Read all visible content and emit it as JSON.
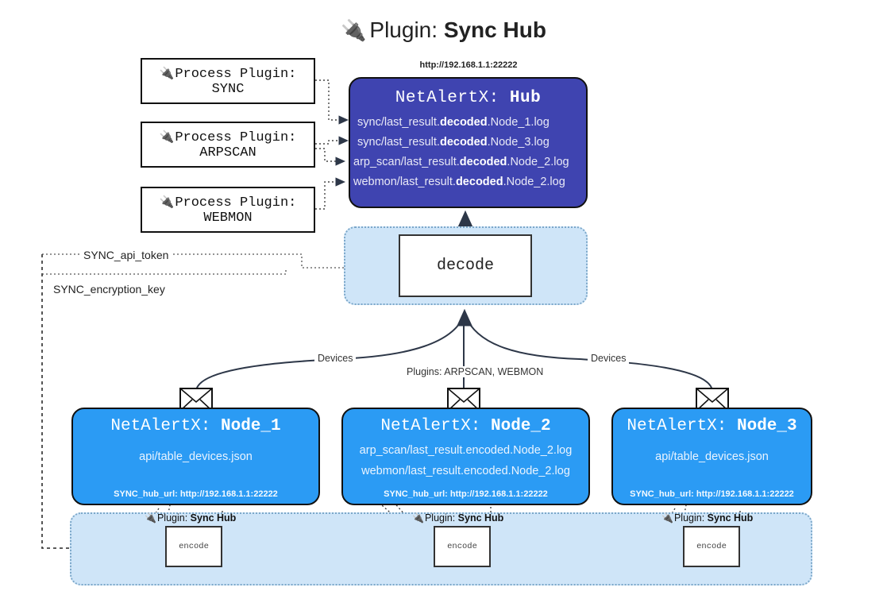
{
  "title": {
    "icon": "plug-icon",
    "prefix": "Plugin:",
    "name": "Sync Hub"
  },
  "hub": {
    "url_label": "http://192.168.1.1:22222",
    "name_prefix": "NetAlertX:",
    "name": "Hub",
    "logs": [
      {
        "pre": "sync/last_result.",
        "mid": "decoded",
        "post": ".Node_1.log"
      },
      {
        "pre": "sync/last_result.",
        "mid": "decoded",
        "post": ".Node_3.log"
      },
      {
        "pre": "arp_scan/last_result.",
        "mid": "decoded",
        "post": ".Node_2.log"
      },
      {
        "pre": "webmon/last_result.",
        "mid": "decoded",
        "post": ".Node_2.log"
      }
    ]
  },
  "process_plugins": [
    {
      "icon": "plug-icon",
      "line1": "Process Plugin:",
      "line2": "SYNC"
    },
    {
      "icon": "plug-icon",
      "line1": "Process Plugin:",
      "line2": "ARPSCAN"
    },
    {
      "icon": "plug-icon",
      "line1": "Process Plugin:",
      "line2": "WEBMON"
    }
  ],
  "secrets": [
    {
      "label": "SYNC_api_token"
    },
    {
      "label": "SYNC_encryption_key"
    }
  ],
  "decode": {
    "label": "decode"
  },
  "edge_labels": {
    "devices_left": "Devices",
    "devices_right": "Devices",
    "plugins_center": "Plugins: ARPSCAN, WEBMON"
  },
  "nodes": [
    {
      "icon": "envelope-icon",
      "name_prefix": "NetAlertX:",
      "name": "Node_1",
      "lines": [
        "api/table_devices.json"
      ],
      "footer": "SYNC_hub_url: http://192.168.1.1:22222"
    },
    {
      "icon": "envelope-icon",
      "name_prefix": "NetAlertX:",
      "name": "Node_2",
      "lines": [
        "arp_scan/last_result.encoded.Node_2.log",
        "webmon/last_result.encoded.Node_2.log"
      ],
      "footer": "SYNC_hub_url: http://192.168.1.1:22222"
    },
    {
      "icon": "envelope-icon",
      "name_prefix": "NetAlertX:",
      "name": "Node_3",
      "lines": [
        "api/table_devices.json"
      ],
      "footer": "SYNC_hub_url: http://192.168.1.1:22222"
    }
  ],
  "encoders": [
    {
      "icon": "plug-icon",
      "label_prefix": "Plugin:",
      "label_name": "Sync Hub",
      "box": "encode"
    },
    {
      "icon": "plug-icon",
      "label_prefix": "Plugin:",
      "label_name": "Sync Hub",
      "box": "encode"
    },
    {
      "icon": "plug-icon",
      "label_prefix": "Plugin:",
      "label_name": "Sync Hub",
      "box": "encode"
    }
  ],
  "colors": {
    "hub": "#3f44b0",
    "node": "#2b9bf4",
    "band": "#cfe5f8",
    "band_border": "#7ba7c9",
    "outline": "#111111"
  }
}
